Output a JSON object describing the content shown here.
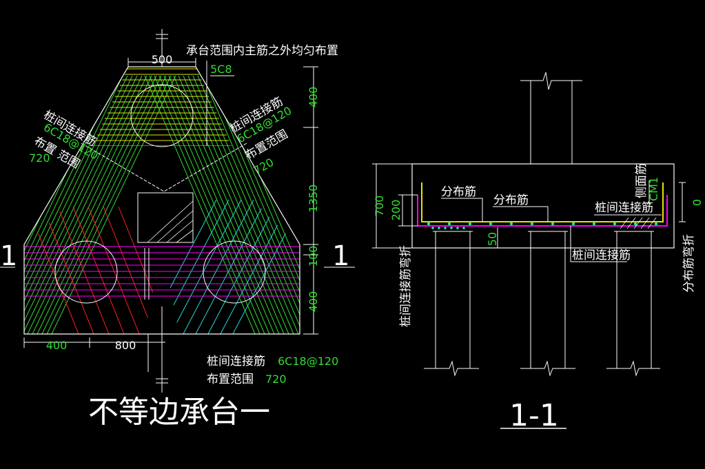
{
  "colors": {
    "background": "#000000",
    "outline": "#ffffff",
    "dimension_text": "#00ff00",
    "green_bars": "#33dd33",
    "yellow_bars": "#e6e600",
    "red_bars": "#ff2222",
    "cyan_bars": "#22dddd",
    "magenta_bars": "#ff00ff",
    "annotation": "#ffffff"
  },
  "plan": {
    "title": "不等边承台一",
    "top_note": "承台范围内主筋之外均匀布置",
    "top_bars": "5C8",
    "top_width": "500",
    "left_note": {
      "line1": "桩间连接筋",
      "line2": "6C18@120",
      "line3": "布置 范围",
      "line4": "720"
    },
    "right_note": {
      "line1": "桩间连接筋",
      "line2": "6C18@120",
      "line3": "布置范围",
      "line4": "720"
    },
    "bottom_note": {
      "line1": "桩间连接筋",
      "line1_value": "6C18@120",
      "line2": "布置范围",
      "line2_value": "720"
    },
    "dims_right": [
      "400",
      "1350",
      "100",
      "400"
    ],
    "dims_bottom": [
      "400",
      "800"
    ],
    "section_mark": "1"
  },
  "section": {
    "title": "1-1",
    "label_distribution_1": "分布筋",
    "label_distribution_2": "分布筋",
    "label_pile_link": "桩间连接筋",
    "label_side_bar": "侧面筋",
    "label_side_bar_value": "CM1",
    "label_pile_link_bottom": "桩间连接筋",
    "label_pile_link_bend": "桩间连接筋弯折",
    "label_distribution_bend": "分布筋弯折",
    "dims_left": [
      "700",
      "200"
    ],
    "dim_50": "50",
    "dim_right": "0"
  }
}
